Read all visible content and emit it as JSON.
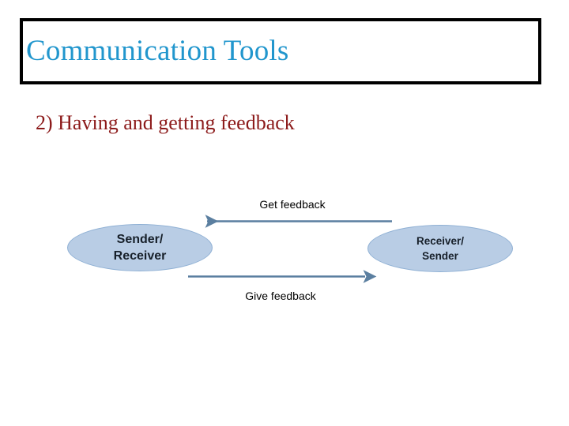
{
  "slide": {
    "title": "Communication Tools",
    "subtitle": "2) Having and getting feedback",
    "title_color": "#2196cd",
    "subtitle_color": "#8c1a1a",
    "background_color": "#ffffff",
    "title_box_border_color": "#000000"
  },
  "diagram": {
    "type": "two-way-feedback-loop",
    "node_fill_color": "#b9cde5",
    "node_border_color": "#8fb0d4",
    "node_text_color": "#17202a",
    "arrow_color": "#5b7fa0",
    "nodes": [
      {
        "id": "left",
        "line1": "Sender/",
        "line2": "Receiver"
      },
      {
        "id": "right",
        "line1": "Receiver/",
        "line2": "Sender"
      }
    ],
    "arrows": [
      {
        "id": "get-feedback",
        "label": "Get feedback",
        "direction": "right-to-left",
        "from": "right",
        "to": "left"
      },
      {
        "id": "give-feedback",
        "label": "Give feedback",
        "direction": "left-to-right",
        "from": "left",
        "to": "right"
      }
    ]
  }
}
